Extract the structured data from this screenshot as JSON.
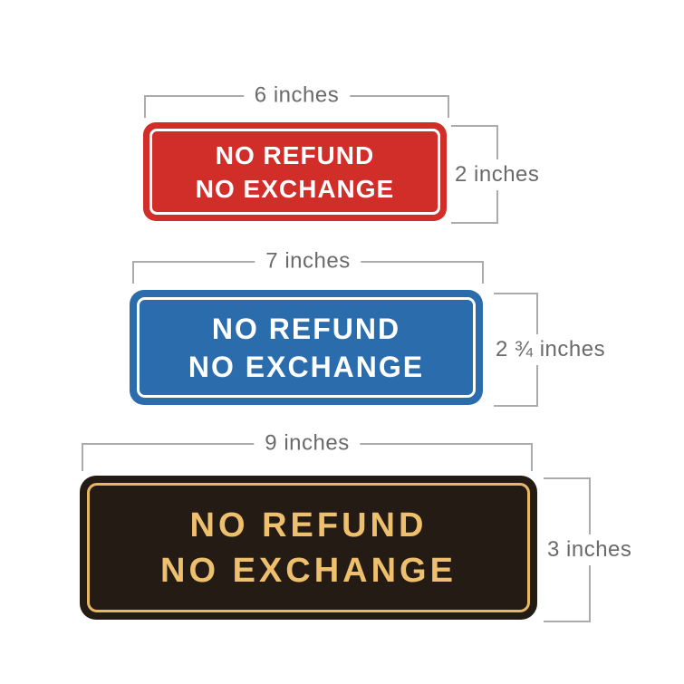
{
  "canvas": {
    "background": "#ffffff"
  },
  "dimension_style": {
    "line_color": "#ababab",
    "text_color": "#6a6a6a"
  },
  "signs": [
    {
      "name": "red-sign",
      "width_label": "6 inches",
      "height_label": "2 inches",
      "text_lines": [
        "NO REFUND",
        "NO EXCHANGE"
      ],
      "colors": {
        "background": "#d12e2a",
        "inner_border": "#ffffff",
        "text": "#ffffff"
      }
    },
    {
      "name": "blue-sign",
      "width_label": "7 inches",
      "height_label": "2 ¾ inches",
      "text_lines": [
        "NO REFUND",
        "NO EXCHANGE"
      ],
      "colors": {
        "background": "#2b6cad",
        "inner_border": "#ffffff",
        "text": "#ffffff"
      }
    },
    {
      "name": "black-sign",
      "width_label": "9 inches",
      "height_label": "3 inches",
      "text_lines": [
        "NO REFUND",
        "NO EXCHANGE"
      ],
      "colors": {
        "background": "#241b15",
        "inner_border": "#e8b964",
        "text": "#eec06d"
      }
    }
  ]
}
